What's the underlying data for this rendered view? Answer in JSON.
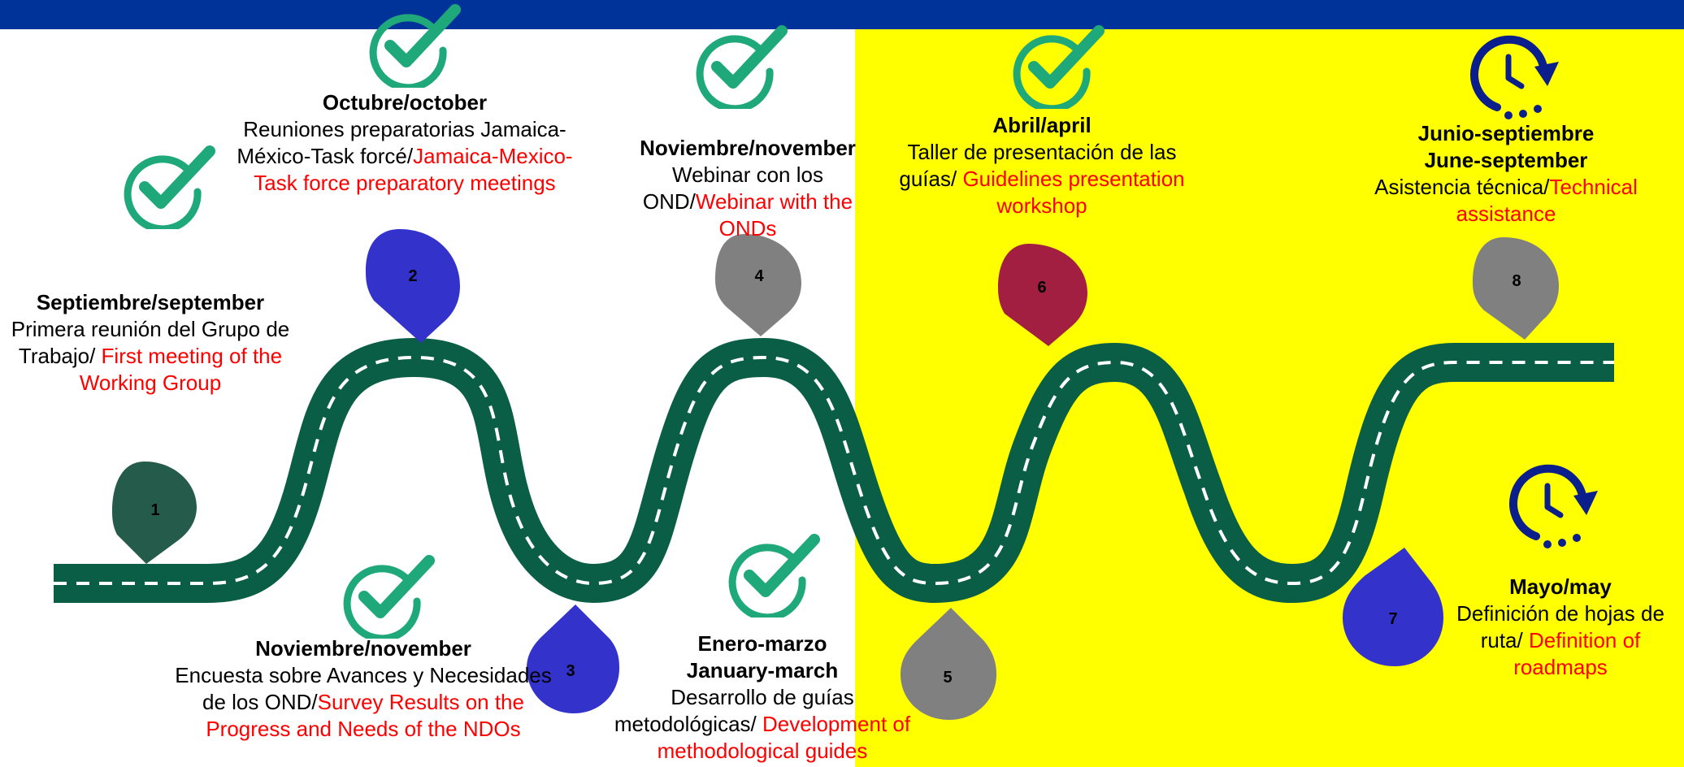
{
  "colors": {
    "top_bar": "#003399",
    "highlight_panel": "#ffff00",
    "road": "#0b5e46",
    "road_dashes": "#ffffff",
    "check_icon": "#1fa97a",
    "clock_icon": "#0a1e8c",
    "english_text": "#ff0000"
  },
  "milestones": [
    {
      "number": "1",
      "pin_color": "#255b4a",
      "title": "Septiembre/september",
      "subtitle": "",
      "es": "Primera reunión del Grupo de Trabajo/ ",
      "en": "First meeting of the Working Group",
      "status_icon": "check-icon"
    },
    {
      "number": "2",
      "pin_color": "#3333cc",
      "title": "Octubre/october",
      "subtitle": "",
      "es": "Reuniones preparatorias Jamaica-México-Task forcé/",
      "en": "Jamaica-Mexico-Task force preparatory meetings",
      "status_icon": "check-icon"
    },
    {
      "number": "3",
      "pin_color": "#3333cc",
      "title": "Noviembre/november",
      "subtitle": "",
      "es": "Encuesta sobre Avances y Necesidades de los OND/",
      "en": "Survey Results on the Progress and Needs of the NDOs",
      "status_icon": "check-icon"
    },
    {
      "number": "4",
      "pin_color": "#808080",
      "title": "Noviembre/november",
      "subtitle": "",
      "es": "Webinar con los OND/",
      "en": "Webinar with the ONDs",
      "status_icon": "check-icon"
    },
    {
      "number": "5",
      "pin_color": "#808080",
      "title": "Enero-marzo",
      "subtitle": "January-march",
      "es": "Desarrollo de guías metodológicas/ ",
      "en": "Development of methodological guides",
      "status_icon": "check-icon"
    },
    {
      "number": "6",
      "pin_color": "#a31f42",
      "title": "Abril/april",
      "subtitle": "",
      "es": "Taller de presentación de las guías/ ",
      "en": "Guidelines presentation workshop",
      "status_icon": "check-icon"
    },
    {
      "number": "7",
      "pin_color": "#3333cc",
      "title": "Mayo/may",
      "subtitle": "",
      "es": "Definición de hojas de ruta/ ",
      "en": "Definition of roadmaps",
      "status_icon": "clock-icon"
    },
    {
      "number": "8",
      "pin_color": "#808080",
      "title": "Junio-septiembre",
      "subtitle": "June-september",
      "es": "Asistencia técnica/",
      "en": "Technical assistance",
      "status_icon": "clock-icon"
    }
  ]
}
